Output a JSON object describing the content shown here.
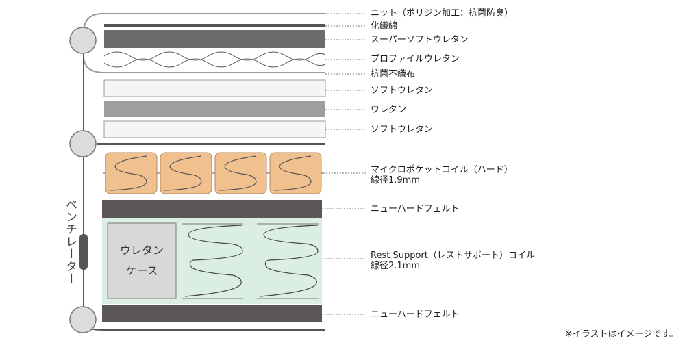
{
  "labels": [
    {
      "text": "ニット（ポリジン加工：抗菌防臭）"
    },
    {
      "text": "化繊綿"
    },
    {
      "text": "スーパーソフトウレタン"
    },
    {
      "text": "プロファイルウレタン"
    },
    {
      "text": "抗菌不織布"
    },
    {
      "text": "ソフトウレタン"
    },
    {
      "text": "ウレタン"
    },
    {
      "text": "ソフトウレタン"
    },
    {
      "text": "マイクロポケットコイル（ハード）",
      "sub": "線径1.9mm"
    },
    {
      "text": "ニューハードフェルト"
    },
    {
      "text": "Rest Support（レストサポート）コイル",
      "sub": "線径2.1mm"
    },
    {
      "text": "ニューハードフェルト"
    }
  ],
  "ventilator": "ベンチレーター",
  "urethane_case": {
    "line1": "ウレタン",
    "line2": "ケース"
  },
  "note": "※イラストはイメージです。",
  "colors": {
    "outline": "#555555",
    "dark_band": "#5c5757",
    "gray_band": "#6b6b6b",
    "mid_band": "#9e9e9e",
    "light_band": "#f5f5f5",
    "pocket_coil": "#f0c08f",
    "rest_support_bg": "#dbeee4",
    "case_fill": "#d8d8d8",
    "vent_circle": "#dcdcdc"
  }
}
